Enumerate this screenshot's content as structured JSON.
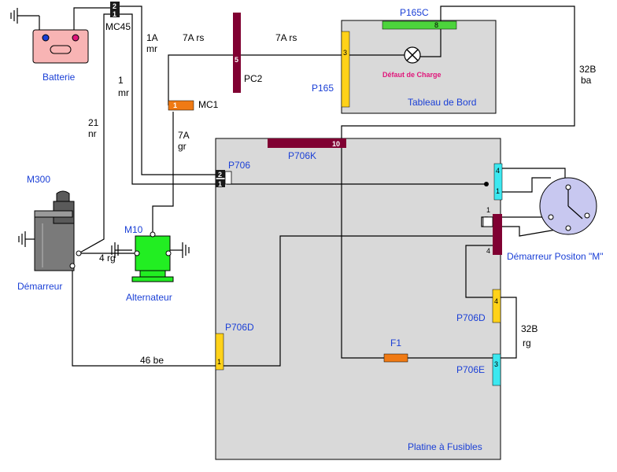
{
  "labels": {
    "batterie": "Batterie",
    "mc45": "MC45",
    "mc45_pin1": "1",
    "mc45_pin2": "2",
    "w_1a": "1A",
    "w_1a_c": "mr",
    "w_1": "1",
    "w_1_c": "mr",
    "w_21": "21",
    "w_21_c": "nr",
    "w_7ars_1": "7A rs",
    "w_7ars_2": "7A rs",
    "pc2": "PC2",
    "pc2_pin": "5",
    "mc1": "MC1",
    "mc1_pin": "1",
    "w_7agr": "7A",
    "w_7agr_c": "gr",
    "p165c": "P165C",
    "p165c_pin": "8",
    "p165": "P165",
    "p165_pin": "3",
    "defaut": "Défaut de Charge",
    "tableau": "Tableau de Bord",
    "w_32b_ba": "32B",
    "w_32b_ba_c": "ba",
    "p706k": "P706K",
    "p706k_pin": "10",
    "p706": "P706",
    "p706_pin1": "1",
    "p706_pin2": "2",
    "m300": "M300",
    "demarreur": "Démarreur",
    "m10": "M10",
    "alternateur": "Alternateur",
    "w_4rg": "4 rg",
    "w_46be": "46 be",
    "p706d_l": "P706D",
    "p706d_l_pin": "1",
    "p706d_r": "P706D",
    "p706d_r_pin": "4",
    "p706e": "P706E",
    "p706e_pin": "3",
    "w_32b_rg": "32B",
    "w_32b_rg_c": "rg",
    "f1": "F1",
    "dem_pos": "Démarreur Positon \"M\"",
    "sw_pin4a": "4",
    "sw_pin1a": "1",
    "sw_pin1b": "1",
    "sw_pin4b": "4",
    "platine": "Platine à Fusibles"
  },
  "colors": {
    "label_blue": "#1a3fd6",
    "platine_bg": "#d9d9d9",
    "maroon": "#800032",
    "yellow": "#ffd21a",
    "green": "#4cd43c",
    "orange": "#f07a14",
    "cyan": "#3ce8f0",
    "battery_pink": "#f8b4b4",
    "alt_green": "#22ee22",
    "motor_grey": "#7a7a7a",
    "lavender": "#c8c8f0",
    "warning_text": "#e0167a"
  }
}
